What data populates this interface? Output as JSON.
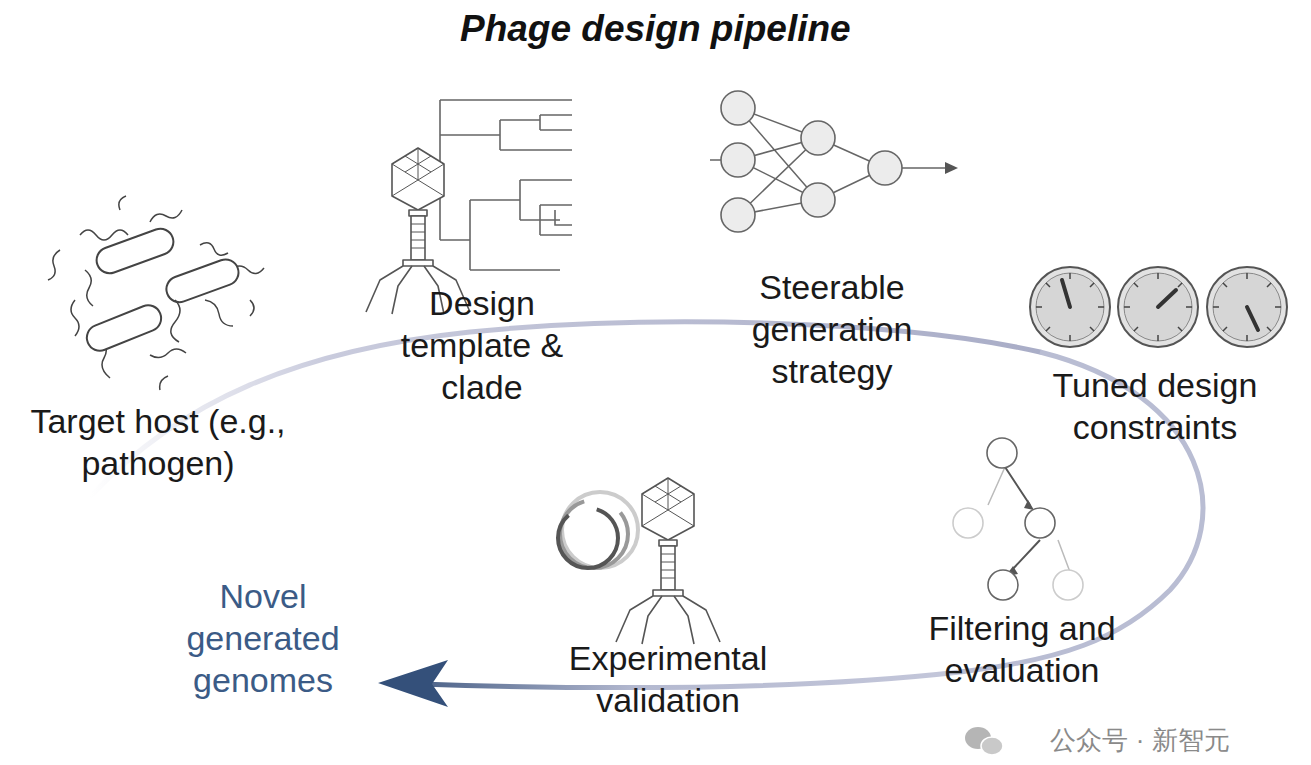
{
  "diagram": {
    "title": "Phage design pipeline",
    "labels": [
      "Target host (e.g., pathogen)",
      "Design template & clade",
      "Steerable generation strategy",
      "Tuned design constraints",
      "Filtering and evaluation",
      "Experimental validation",
      "Novel generated genomes",
      "公众号 · 新智元"
    ]
  }
}
